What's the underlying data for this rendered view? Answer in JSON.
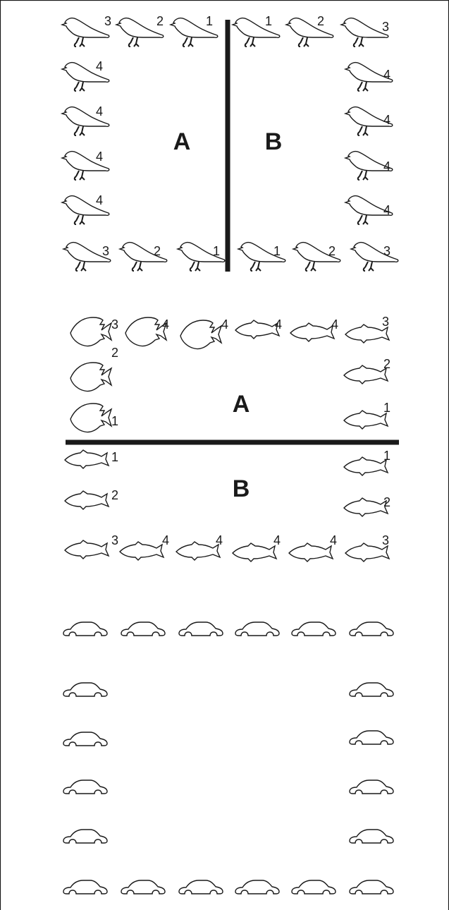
{
  "colors": {
    "ink": "#1a1a1a",
    "background": "#ffffff"
  },
  "birds": {
    "labels": {
      "left": "A",
      "right": "B"
    },
    "top_left": [
      "3",
      "2",
      "1"
    ],
    "top_right": [
      "1",
      "2",
      "3"
    ],
    "left_column": [
      "4",
      "4",
      "4",
      "4"
    ],
    "right_column": [
      "4",
      "4",
      "4",
      "4"
    ],
    "bottom_left": [
      "3",
      "2",
      "1"
    ],
    "bottom_right": [
      "1",
      "2",
      "3"
    ]
  },
  "fish": {
    "labels": {
      "top": "A",
      "bottom": "B"
    },
    "top_row": [
      "3",
      "4",
      "4",
      "4",
      "4",
      "3"
    ],
    "left_column_top": [
      "2",
      "1"
    ],
    "right_column_top": [
      "2",
      "1"
    ],
    "left_column_bottom": [
      "1",
      "2"
    ],
    "right_column_bottom": [
      "1",
      "2"
    ],
    "bottom_row": [
      "3",
      "4",
      "4",
      "4",
      "4",
      "3"
    ]
  },
  "cars": {
    "top_row_count": 6,
    "side_rows": 4,
    "bottom_row_count": 6
  }
}
